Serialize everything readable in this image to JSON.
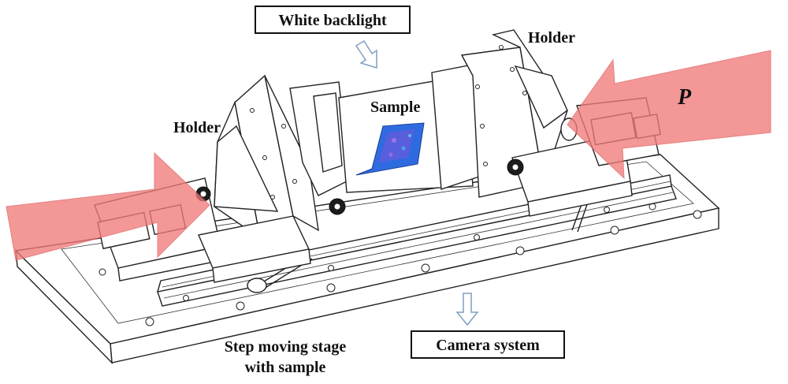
{
  "labels": {
    "white_backlight": "White backlight",
    "holder_left": "Holder",
    "holder_right": "Holder",
    "sample": "Sample",
    "force": "P",
    "stage_line1": "Step moving stage",
    "stage_line2": "with sample",
    "camera": "Camera system"
  },
  "colors": {
    "load_arrow": "#f07a7a",
    "sample_blue": "#2f6be0",
    "outline": "#222222",
    "hollow_arrow": "#7f9fc0"
  }
}
